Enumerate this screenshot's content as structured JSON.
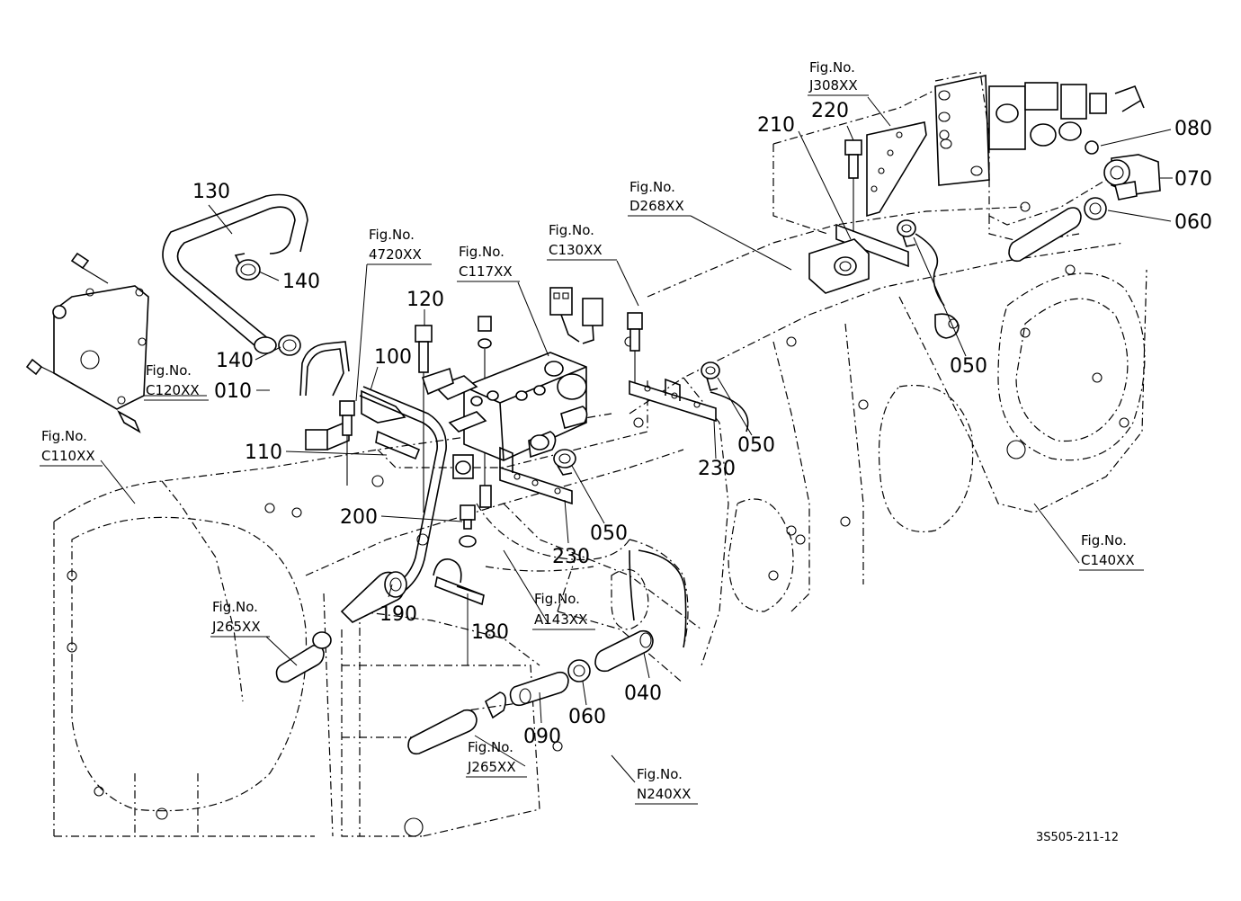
{
  "drawing_code": "3S505-211-12",
  "callouts": {
    "p010": "010",
    "p040": "040",
    "p050a": "050",
    "p050b": "050",
    "p050c": "050",
    "p060a": "060",
    "p060b": "060",
    "p070": "070",
    "p080": "080",
    "p090": "090",
    "p100": "100",
    "p110": "110",
    "p120": "120",
    "p130": "130",
    "p140a": "140",
    "p140b": "140",
    "p180": "180",
    "p190": "190",
    "p200": "200",
    "p210": "210",
    "p220": "220",
    "p230a": "230",
    "p230b": "230"
  },
  "figure_refs": {
    "label": "Fig.No.",
    "j308": "J308XX",
    "d268": "D268XX",
    "c130": "C130XX",
    "c117": "C117XX",
    "f4720": "4720XX",
    "c120": "C120XX",
    "c110": "C110XX",
    "j265a": "J265XX",
    "j265b": "J265XX",
    "a143": "A143XX",
    "c140": "C140XX",
    "n240": "N240XX"
  }
}
